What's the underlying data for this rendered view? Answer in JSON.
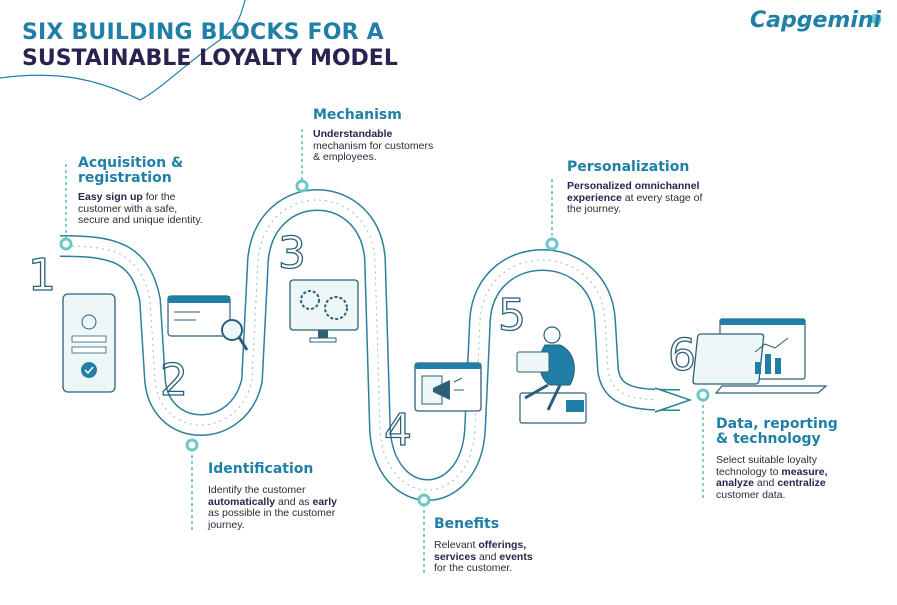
{
  "title": {
    "line1": "SIX BUILDING BLOCKS FOR A",
    "line2": "SUSTAINABLE LOYALTY MODEL"
  },
  "brand": {
    "name": "Capgemini",
    "color": "#1f7fa6",
    "dark": "#2b2250",
    "accent": "#6cc7c8"
  },
  "steps": [
    {
      "number": "1",
      "title_l1": "Acquisition &",
      "title_l2": "registration",
      "desc": [
        {
          "b": "Easy sign up",
          "t": " for the"
        },
        {
          "t": "customer with a safe,"
        },
        {
          "t": "secure and unique identity."
        }
      ],
      "icon": "mobile-login-icon"
    },
    {
      "number": "2",
      "title_l1": "Identification",
      "title_l2": "",
      "desc": [
        {
          "t": "Identify the customer"
        },
        {
          "b": "automatically",
          "t": " and as ",
          "b2": "early"
        },
        {
          "t": "as possible in the customer"
        },
        {
          "t": "journey."
        }
      ],
      "icon": "id-card-magnifier-icon"
    },
    {
      "number": "3",
      "title_l1": "Mechanism",
      "title_l2": "",
      "desc": [
        {
          "b": "Understandable"
        },
        {
          "t": "mechanism for customers"
        },
        {
          "t": "& employees."
        }
      ],
      "icon": "gears-monitor-icon"
    },
    {
      "number": "4",
      "title_l1": "Benefits",
      "title_l2": "",
      "desc": [
        {
          "t": "Relevant ",
          "b": "offerings,"
        },
        {
          "b": "services",
          "t": " and ",
          "b2": "events"
        },
        {
          "t": "for the customer."
        }
      ],
      "icon": "megaphone-window-icon"
    },
    {
      "number": "5",
      "title_l1": "Personalization",
      "title_l2": "",
      "desc": [
        {
          "b": "Personalized omnichannel"
        },
        {
          "b": "experience",
          "t": " at every stage of"
        },
        {
          "t": "the journey."
        }
      ],
      "icon": "person-laptop-icon"
    },
    {
      "number": "6",
      "title_l1": "Data, reporting",
      "title_l2": "& technology",
      "desc": [
        {
          "t": "Select suitable loyalty"
        },
        {
          "t": "technology to ",
          "b": "measure,"
        },
        {
          "b": "analyze",
          "t": " and ",
          "b2": "centralize"
        },
        {
          "t": "customer data."
        }
      ],
      "icon": "laptop-chart-icon"
    }
  ]
}
